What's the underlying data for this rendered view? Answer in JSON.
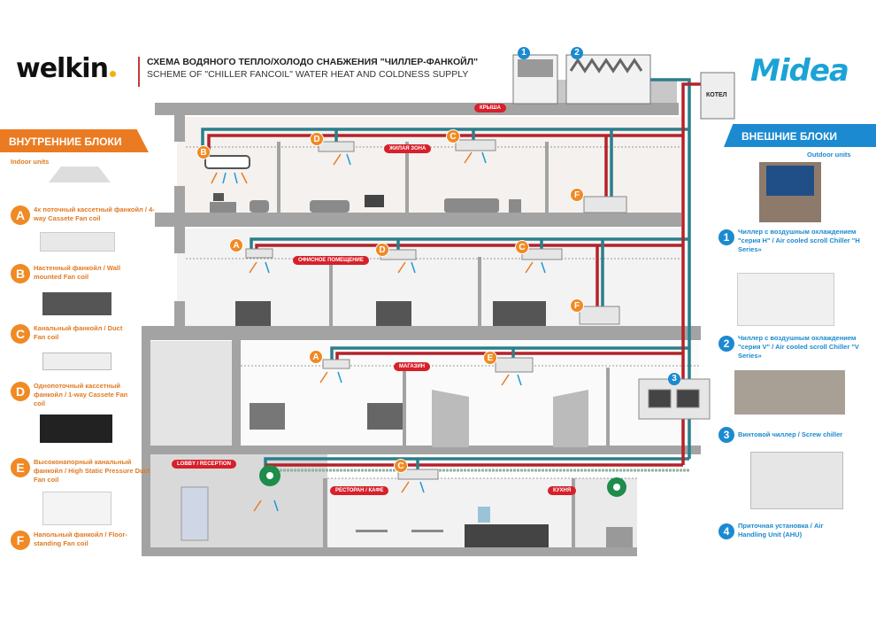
{
  "header": {
    "brand": "welkin",
    "title_ru": "СХЕМА ВОДЯНОГО ТЕПЛО/ХОЛОДО СНАБЖЕНИЯ \"ЧИЛЛЕР-ФАНКОЙЛ\"",
    "title_en": "SCHEME OF \"CHILLER FANCOIL\" WATER HEAT AND COLDNESS SUPPLY",
    "partner_logo": "Midea"
  },
  "colors": {
    "supply_pipe": "#b5222b",
    "return_pipe": "#2a7f8a",
    "indoor_accent": "#ea7b22",
    "outdoor_accent": "#1b8ad0",
    "room_label": "#d7202a"
  },
  "rooms": {
    "roof": "КРЫША",
    "residential": "ЖИЛАЯ ЗОНА",
    "office": "ОФИСНОЕ ПОМЕЩЕНИЕ",
    "shop": "МАГАЗИН",
    "lobby": "LOBBY / RECEPTION",
    "restaurant": "РЕСТОРАН / КАФЕ",
    "kitchen": "КУХНЯ"
  },
  "boiler_label": "КОТЕЛ",
  "diagram_badges": {
    "floor1": [
      "B",
      "D",
      "C",
      "F"
    ],
    "floor2": [
      "A",
      "D",
      "C",
      "F"
    ],
    "floor3": [
      "A",
      "E"
    ],
    "ground": [
      "C"
    ],
    "outdoor": [
      "1",
      "2",
      "3"
    ]
  },
  "indoor": {
    "title": "ВНУТРЕННИЕ БЛОКИ",
    "subtitle": "Indoor units",
    "items": [
      {
        "letter": "A",
        "label": "4х поточный кассетный фанкойл / 4-way Cassete Fan coil"
      },
      {
        "letter": "B",
        "label": "Настенный фанкойл / Wall mounted Fan coil"
      },
      {
        "letter": "C",
        "label": "Канальный фанкойл / Duct Fan coil"
      },
      {
        "letter": "D",
        "label": "Однопоточный кассетный фанкойл / 1-way Cassete Fan coil"
      },
      {
        "letter": "E",
        "label": "Высоконапорный канальный фанкойл / High Static Pressure Duct Fan coil"
      },
      {
        "letter": "F",
        "label": "Напольный фанкойл / Floor-standing Fan coil"
      }
    ]
  },
  "outdoor": {
    "title": "ВНЕШНИЕ БЛОКИ",
    "subtitle": "Outdoor units",
    "items": [
      {
        "number": "1",
        "label": "Чиллер с воздушным охлаждением \"серия H\" / Air cooled scroll Chiller \"H Series»"
      },
      {
        "number": "2",
        "label": "Чиллер с воздушным охлаждением \"серия V\" / Air cooled scroll Chiller \"V Series»"
      },
      {
        "number": "3",
        "label": "Винтовой чиллер / Screw chiller"
      },
      {
        "number": "4",
        "label": "Приточная установка / Air Handling Unit (AHU)"
      }
    ]
  }
}
